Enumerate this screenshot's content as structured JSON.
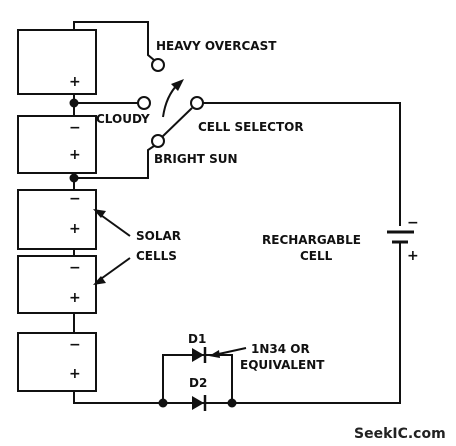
{
  "labels": {
    "heavy_overcast": "HEAVY OVERCAST",
    "cloudy": "CLOUDY",
    "cell_selector": "CELL SELECTOR",
    "bright_sun": "BRIGHT SUN",
    "solar": "SOLAR",
    "cells": "CELLS",
    "rechargable": "RECHARGABLE",
    "cell": "CELL",
    "d1": "D1",
    "d2": "D2",
    "diode_note_1": "1N34 OR",
    "diode_note_2": "EQUIVALENT"
  },
  "signs": {
    "minus": "−",
    "plus": "+"
  },
  "watermark": "SeekIC.com"
}
